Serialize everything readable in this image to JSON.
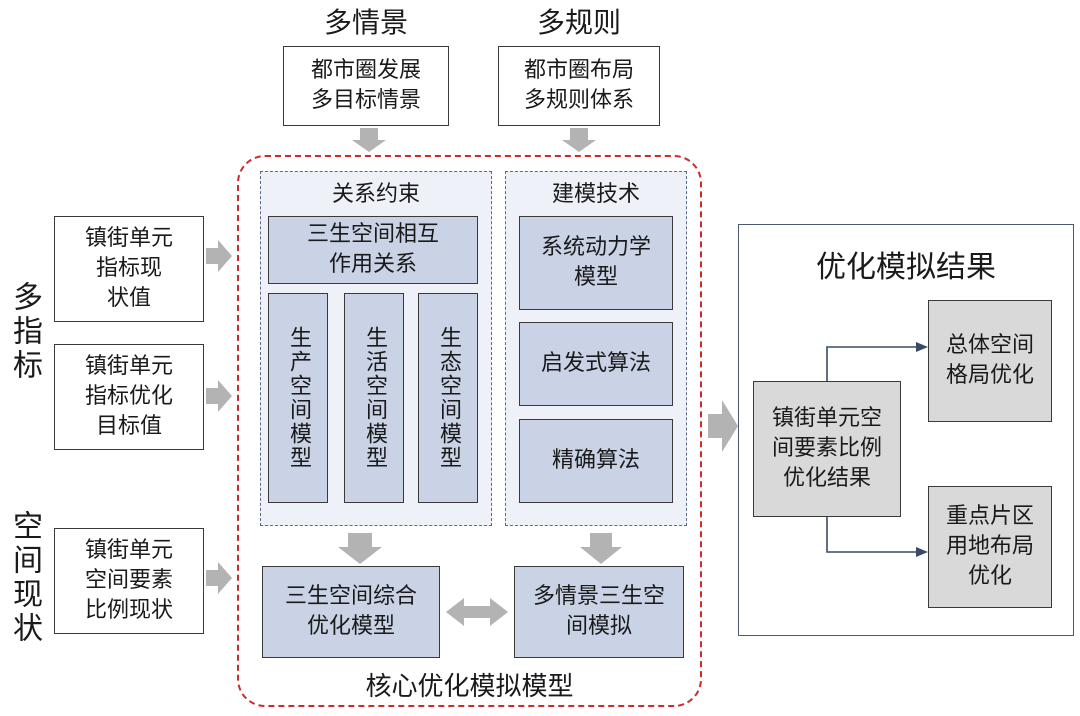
{
  "top": {
    "scenario_title": "多情景",
    "scenario_box": "都市圈发展\n多目标情景",
    "rules_title": "多规则",
    "rules_box": "都市圈布局\n多规则体系"
  },
  "left": {
    "multi_index_label": "多指标",
    "space_status_label": "空间现状",
    "box1": "镇街单元\n指标现\n状值",
    "box2": "镇街单元\n指标优化\n目标值",
    "box3": "镇街单元\n空间要素\n比例现状"
  },
  "core": {
    "title": "核心优化模拟模型",
    "relation_panel": {
      "title": "关系约束",
      "interaction_box": "三生空间相互\n作用关系",
      "models": [
        "生产空间模型",
        "生活空间模型",
        "生态空间模型"
      ]
    },
    "tech_panel": {
      "title": "建模技术",
      "items": [
        "系统动力学\n模型",
        "启发式算法",
        "精确算法"
      ]
    },
    "integrated_model": "三生空间综合\n优化模型",
    "scenario_sim": "多情景三生空\n间模拟"
  },
  "result": {
    "title": "优化模拟结果",
    "center_box": "镇街单元空\n间要素比例\n优化结果",
    "top_box": "总体空间\n格局优化",
    "bottom_box": "重点片区\n用地布局\n优化"
  },
  "colors": {
    "core_border": "#cc2b2b",
    "arrow_fill": "#b3b3b3",
    "blue_box": "#c9d3e5",
    "gray_box": "#d9d9d9",
    "result_border": "#4a5a74"
  }
}
